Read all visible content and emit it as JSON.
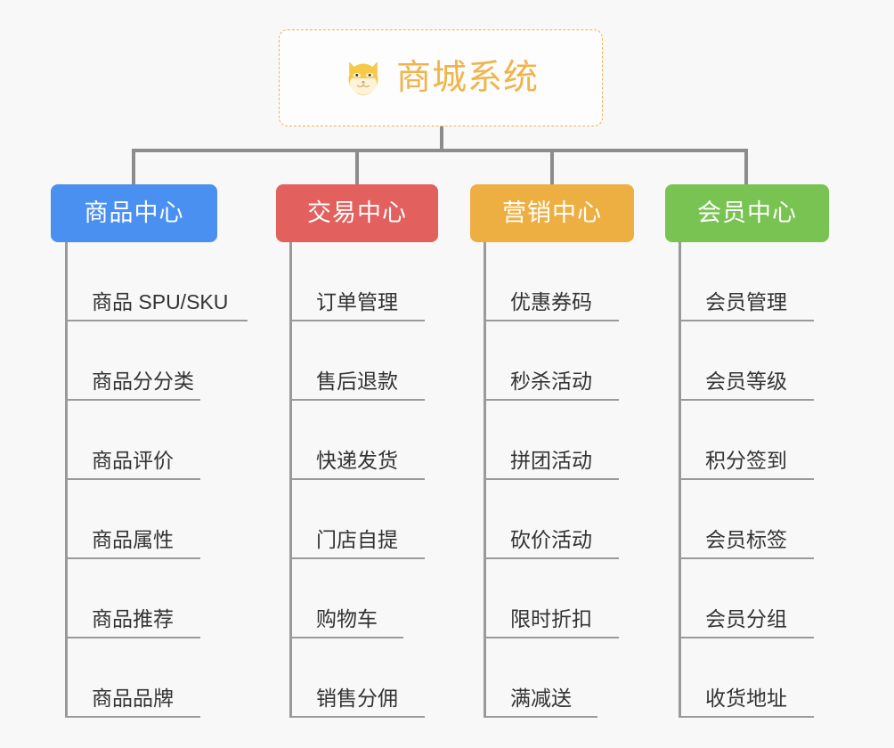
{
  "background_color": "#f8f8f8",
  "root": {
    "title": "商城系统",
    "icon": "shiba-dog-face-icon",
    "text_color": "#f0b44a",
    "border_color": "#f0b44a",
    "border_style": "dashed"
  },
  "connector_color": "#8c8c8c",
  "branches": [
    {
      "label": "商品中心",
      "color": "#4a90f0",
      "leaves": [
        {
          "label": "商品 SPU/SKU",
          "underline_width": 205
        },
        {
          "label": "商品分分类",
          "underline_width": 152
        },
        {
          "label": "商品评价",
          "underline_width": 152
        },
        {
          "label": "商品属性",
          "underline_width": 152
        },
        {
          "label": "商品推荐",
          "underline_width": 152
        },
        {
          "label": "商品品牌",
          "underline_width": 152
        }
      ]
    },
    {
      "label": "交易中心",
      "color": "#e2605e",
      "leaves": [
        {
          "label": "订单管理",
          "underline_width": 152
        },
        {
          "label": "售后退款",
          "underline_width": 152
        },
        {
          "label": "快递发货",
          "underline_width": 152
        },
        {
          "label": "门店自提",
          "underline_width": 152
        },
        {
          "label": "购物车",
          "underline_width": 128
        },
        {
          "label": "销售分佣",
          "underline_width": 152
        }
      ]
    },
    {
      "label": "营销中心",
      "color": "#eeaf42",
      "leaves": [
        {
          "label": "优惠券码",
          "underline_width": 152
        },
        {
          "label": "秒杀活动",
          "underline_width": 152
        },
        {
          "label": "拼团活动",
          "underline_width": 152
        },
        {
          "label": "砍价活动",
          "underline_width": 152
        },
        {
          "label": "限时折扣",
          "underline_width": 152
        },
        {
          "label": "满减送",
          "underline_width": 128
        }
      ]
    },
    {
      "label": "会员中心",
      "color": "#79c352",
      "leaves": [
        {
          "label": "会员管理",
          "underline_width": 152
        },
        {
          "label": "会员等级",
          "underline_width": 152
        },
        {
          "label": "积分签到",
          "underline_width": 152
        },
        {
          "label": "会员标签",
          "underline_width": 152
        },
        {
          "label": "会员分组",
          "underline_width": 152
        },
        {
          "label": "收货地址",
          "underline_width": 152
        }
      ]
    }
  ]
}
